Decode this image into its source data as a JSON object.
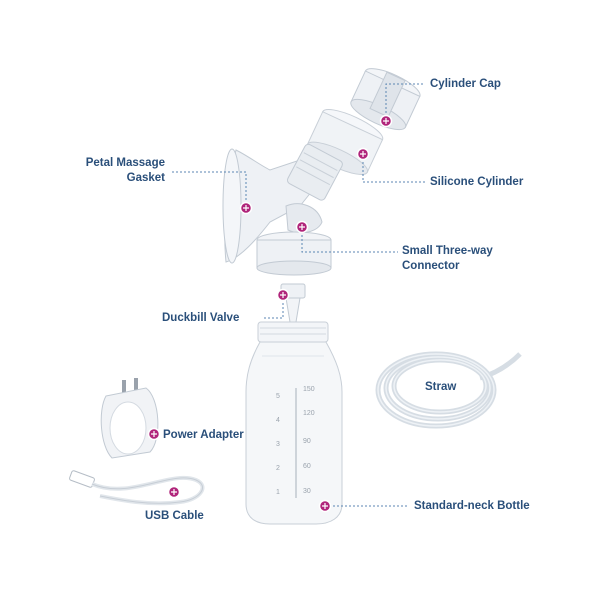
{
  "labels": {
    "cylinder_cap": "Cylinder Cap",
    "silicone_cylinder": "Silicone Cylinder",
    "petal_massage_gasket_line1": "Petal Massage",
    "petal_massage_gasket_line2": "Gasket",
    "small_three_way_connector_line1": "Small Three-way",
    "small_three_way_connector_line2": "Connector",
    "duckbill_valve": "Duckbill Valve",
    "straw": "Straw",
    "power_adapter": "Power Adapter",
    "usb_cable": "USB Cable",
    "standard_neck_bottle": "Standard-neck Bottle"
  },
  "bottle_scale": {
    "ml": [
      "150",
      "120",
      "90",
      "60",
      "30"
    ],
    "oz": [
      "5",
      "4",
      "3",
      "2",
      "1"
    ]
  },
  "colors": {
    "label_text": "#2a4f7a",
    "leader_line": "#5b86b3",
    "marker": "#b0247a",
    "part_fill": "#eef1f5",
    "part_stroke": "#c2cad3"
  }
}
